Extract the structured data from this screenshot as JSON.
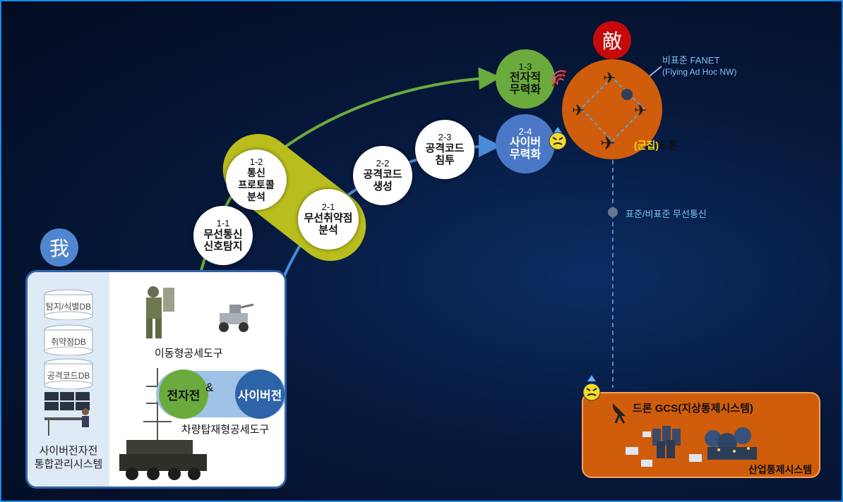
{
  "tags": {
    "enemy": "敵",
    "self": "我"
  },
  "steps": [
    {
      "id": "s11",
      "num": "1-1",
      "text": "무선통신\n신호탐지"
    },
    {
      "id": "s12",
      "num": "1-2",
      "text": "통신\n프로토콜\n분석"
    },
    {
      "id": "s13",
      "num": "1-3",
      "text": "전자적\n무력화"
    },
    {
      "id": "s21",
      "num": "2-1",
      "text": "무선취약점\n분석"
    },
    {
      "id": "s22",
      "num": "2-2",
      "text": "공격코드\n생성"
    },
    {
      "id": "s23",
      "num": "2-3",
      "text": "공격코드\n침투"
    },
    {
      "id": "s24",
      "num": "2-4",
      "text": "사이버\n무력화"
    }
  ],
  "enemy": {
    "fanet_line1": "비표준 FANET",
    "fanet_line2": "(Flying Ad Hoc NW)",
    "drone_prefix": "(군집)",
    "drone_suffix": "드론",
    "link_label": "표준/비표준 무선통신"
  },
  "ground": {
    "gcs": "드론 GCS(지상통제시스템)",
    "ics": "산업통제시스템"
  },
  "friendly": {
    "db_items": [
      "탐지/식별DB",
      "취약점DB",
      "공격코드DB"
    ],
    "system_line1": "사이버전자전",
    "system_line2": "통합관리시스템",
    "mobile_tool": "이동형공세도구",
    "vehicle_tool": "차량탑재형공세도구",
    "ew": "전자전",
    "amp": "&",
    "cyber": "사이버전"
  },
  "colors": {
    "green": "#6bab3e",
    "blue": "#4a78c6",
    "olive": "#b9be1e",
    "orange": "#cf5d0c",
    "red": "#c50a0a",
    "navy": "#2d63a8"
  }
}
